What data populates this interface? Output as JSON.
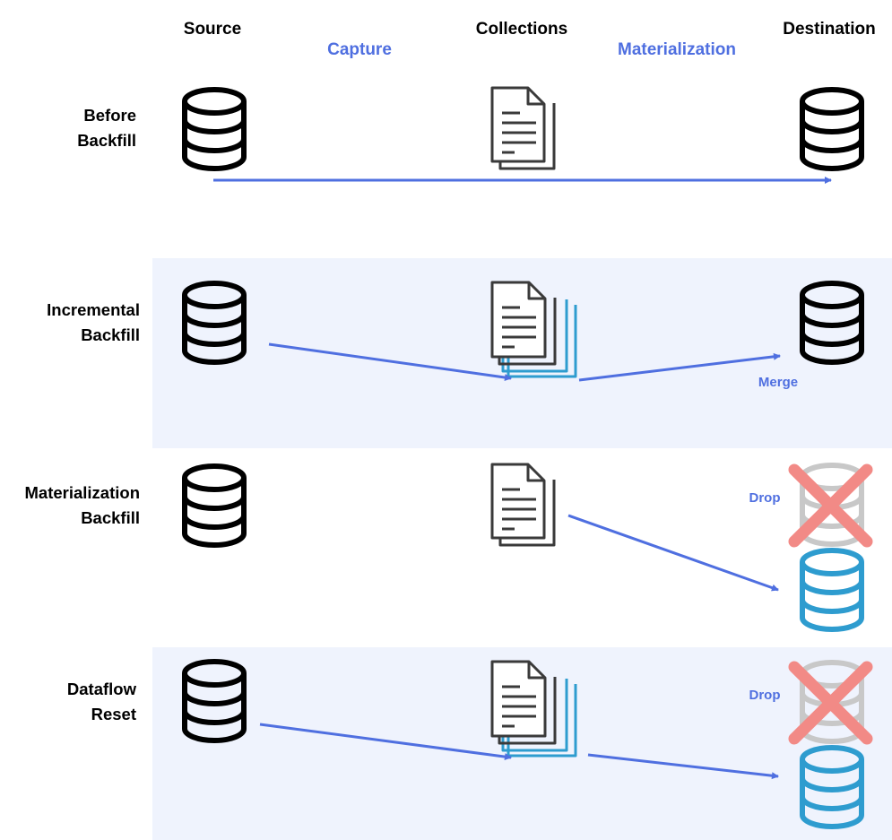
{
  "headers": {
    "source": "Source",
    "collections": "Collections",
    "destination": "Destination"
  },
  "stages": {
    "capture": "Capture",
    "materialization": "Materialization"
  },
  "rows": [
    {
      "id": "before",
      "line1": "Before",
      "line2": "Backfill"
    },
    {
      "id": "incremental",
      "line1": "Incremental",
      "line2": "Backfill",
      "edge_label": "Merge"
    },
    {
      "id": "materialization",
      "line1": "Materialization",
      "line2": "Backfill",
      "edge_label": "Drop"
    },
    {
      "id": "dataflow",
      "line1": "Dataflow",
      "line2": "Reset",
      "edge_label": "Drop"
    }
  ],
  "icons": {
    "database": "database-icon",
    "document": "document-icon",
    "document_stack": "document-stack-icon",
    "dropped": "cross-icon"
  },
  "colors": {
    "flow": "#4f6fe0",
    "label": "#4f6fe0",
    "new_data": "#2e9ccf",
    "dropped_data": "#c8c8c8",
    "drop_mark": "#f28a86",
    "row_band": "#eff3fd",
    "stroke": "#000000"
  }
}
